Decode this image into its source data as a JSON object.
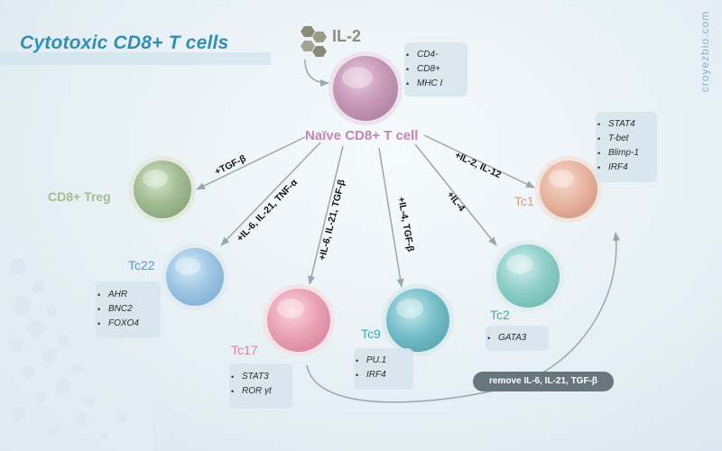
{
  "title": "Cytotoxic CD8+ T cells",
  "brand": "croyezbio.com",
  "cytokine": "IL-2",
  "naive": {
    "label": "Naïve CD8+ T cell",
    "markers": [
      "CD4-",
      "CD8+",
      "MHC I"
    ]
  },
  "treg": {
    "label": "CD8+ Treg"
  },
  "tc1": {
    "label": "Tc1",
    "markers": [
      "STAT4",
      "T-bet",
      "Blimp-1",
      "IRF4"
    ]
  },
  "tc22": {
    "label": "Tc22",
    "markers": [
      "AHR",
      "BNC2",
      "FOXO4"
    ]
  },
  "tc17": {
    "label": "Tc17",
    "markers": [
      "STAT3",
      "ROR γt"
    ]
  },
  "tc9": {
    "label": "Tc9",
    "markers": [
      "PU.1",
      "IRF4"
    ]
  },
  "tc2": {
    "label": "Tc2",
    "markers": [
      "GATA3"
    ]
  },
  "arrows": {
    "treg": "+TGF-β",
    "tc22": "+IL-6, IL-21, TNF-α",
    "tc17": "+IL-6, IL-21, TGF-β",
    "tc9": "+IL-4, TGF-β",
    "tc2": "+IL-4",
    "tc1": "+IL-2, IL-12"
  },
  "remove": "remove IL-6, IL-21, TGF-β",
  "colors": {
    "title": "#2f8fb9",
    "naive": "#c79ab8",
    "treg": "#a2bc93",
    "tc1": "#e8b6a2",
    "tc22": "#9fc7e4",
    "tc17": "#eaa3b8",
    "tc9": "#77bfc9",
    "tc2": "#8fcfc9"
  }
}
